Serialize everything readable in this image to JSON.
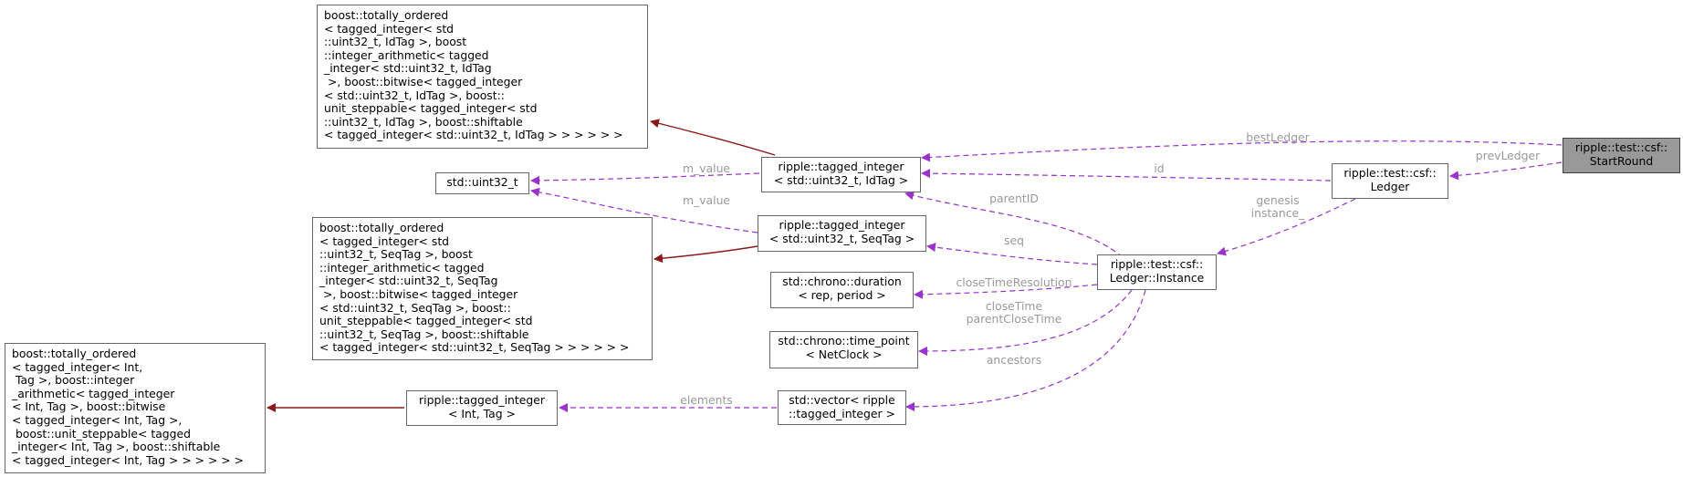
{
  "nodes": {
    "start_round": "ripple::test::csf::\nStartRound",
    "ledger": "ripple::test::csf::\nLedger",
    "ledger_instance": "ripple::test::csf::\nLedger::Instance",
    "tagged_integer_idtag": "ripple::tagged_integer\n< std::uint32_t, IdTag >",
    "tagged_integer_seqtag": "ripple::tagged_integer\n< std::uint32_t, SeqTag >",
    "std_uint32_t": "std::uint32_t",
    "base_idtag": "boost::totally_ordered\n< tagged_integer< std\n::uint32_t, IdTag >, boost\n::integer_arithmetic< tagged\n_integer< std::uint32_t, IdTag\n >, boost::bitwise< tagged_integer\n< std::uint32_t, IdTag >, boost::\nunit_steppable< tagged_integer< std\n::uint32_t, IdTag >, boost::shiftable\n< tagged_integer< std::uint32_t, IdTag > > > > > >",
    "base_seqtag": "boost::totally_ordered\n< tagged_integer< std\n::uint32_t, SeqTag >, boost\n::integer_arithmetic< tagged\n_integer< std::uint32_t, SeqTag\n >, boost::bitwise< tagged_integer\n< std::uint32_t, SeqTag >, boost::\nunit_steppable< tagged_integer< std\n::uint32_t, SeqTag >, boost::shiftable\n< tagged_integer< std::uint32_t, SeqTag > > > > > >",
    "chrono_duration": "std::chrono::duration\n< rep, period >",
    "chrono_time_point": "std::chrono::time_point\n< NetClock >",
    "vector_tagged_integer": "std::vector< ripple\n::tagged_integer >",
    "tagged_integer_int_tag": "ripple::tagged_integer\n< Int, Tag >",
    "base_int_tag": "boost::totally_ordered\n< tagged_integer< Int,\n Tag >, boost::integer\n_arithmetic< tagged_integer\n< Int, Tag >, boost::bitwise\n< tagged_integer< Int, Tag >,\n boost::unit_steppable< tagged\n_integer< Int, Tag >, boost::shiftable\n< tagged_integer< Int, Tag > > > > > >"
  },
  "edge_labels": {
    "best_ledger": "bestLedger",
    "prev_ledger": "prevLedger",
    "id": "id",
    "genesis_instance": "genesis\ninstance_",
    "m_value_idtag": "m_value",
    "m_value_seqtag": "m_value",
    "parent_id": "parentID",
    "seq": "seq",
    "close_time_resolution": "closeTimeResolution",
    "close_time_parent_close_time": "closeTime\nparentCloseTime",
    "ancestors": "ancestors",
    "elements": "elements"
  },
  "colors": {
    "inheritance_edge": "#8b1a1a",
    "usage_edge": "#9a32cd",
    "edge_label_text": "#9a9a9a",
    "node_border": "#666666",
    "current_node_fill": "#999999"
  }
}
